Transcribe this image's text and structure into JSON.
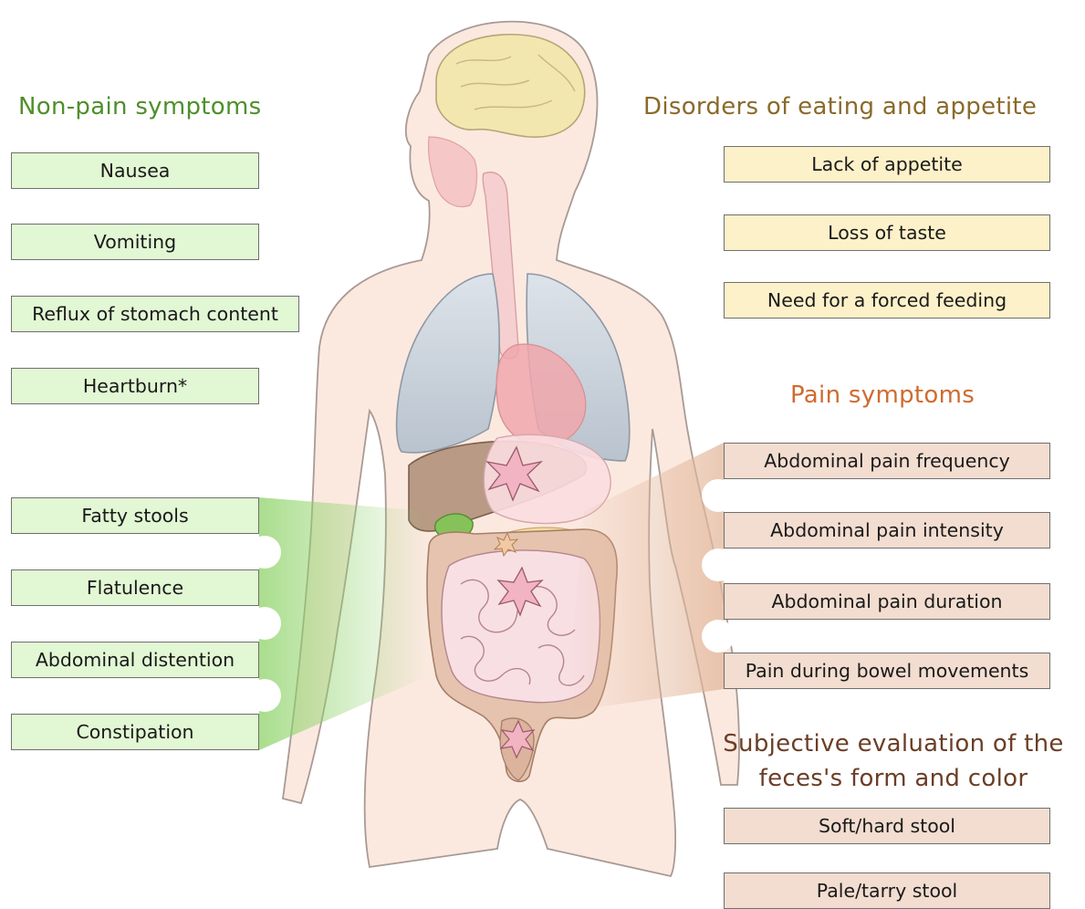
{
  "headings": {
    "non_pain": "Non-pain symptoms",
    "eating": "Disorders of eating and appetite",
    "pain": "Pain symptoms",
    "feces_line1": "Subjective evaluation of the",
    "feces_line2": "feces's form and color"
  },
  "non_pain_items": [
    "Nausea",
    "Vomiting",
    "Reflux of stomach content",
    "Heartburn*"
  ],
  "lower_left_items": [
    "Fatty stools",
    "Flatulence",
    "Abdominal distention",
    "Constipation"
  ],
  "eating_items": [
    "Lack of appetite",
    "Loss of taste",
    "Need for a forced feeding"
  ],
  "pain_items": [
    "Abdominal pain frequency",
    "Abdominal pain intensity",
    "Abdominal pain duration",
    "Pain during bowel movements"
  ],
  "feces_items": [
    "Soft/hard stool",
    "Pale/tarry stool"
  ],
  "colors": {
    "non_pain": "#4f8f2a",
    "eating": "#8a6a2a",
    "pain": "#d06a30",
    "feces": "#6b3e26",
    "green_box": "#e2f7d4",
    "yellow_box": "#fdf1c9",
    "tan_box": "#f2ddd0"
  }
}
